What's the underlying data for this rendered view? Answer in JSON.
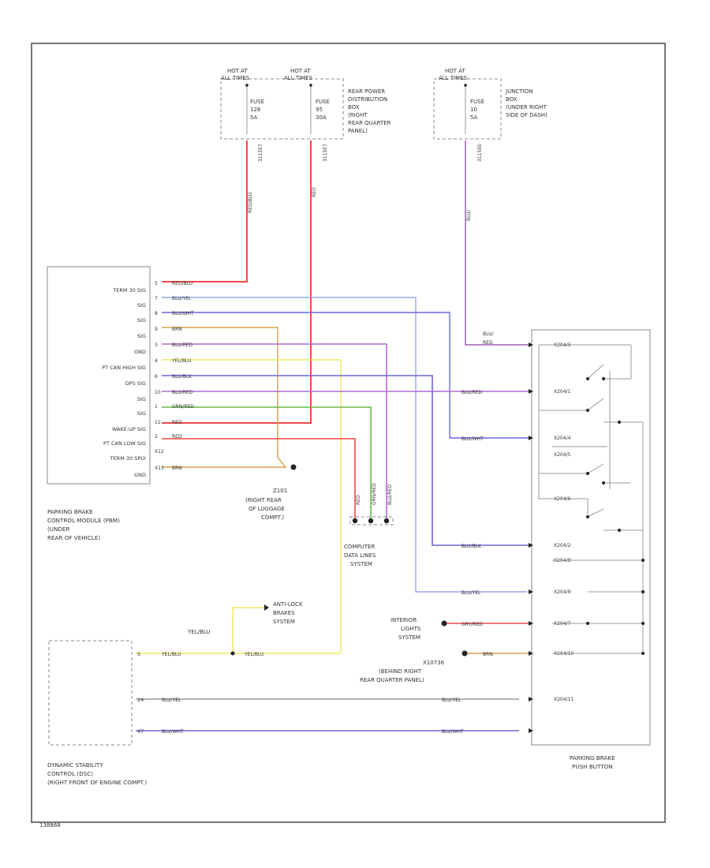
{
  "fuse_blocks": [
    {
      "hot_at": "HOT AT",
      "hot_at_2": "ALL TIMES",
      "fuse": "FUSE",
      "number": "128",
      "amps": "5A",
      "circuit": "3115E7"
    },
    {
      "hot_at": "HOT AT",
      "hot_at_2": "ALL TIMES",
      "fuse": "FUSE",
      "number": "95",
      "amps": "30A",
      "circuit": "3115E7"
    },
    {
      "hot_at": "HOT AT",
      "hot_at_2": "ALL TIMES",
      "fuse": "FUSE",
      "number": "10",
      "amps": "5A",
      "circuit": "3115E0"
    }
  ],
  "rear_power_location": [
    "REAR POWER",
    "DISTRIBUTION",
    "BOX",
    "(RIGHT",
    "REAR QUARTER",
    "PANEL)"
  ],
  "junction_location": [
    "JUNCTION",
    "BOX",
    "(UNDER RIGHT",
    "SIDE OF DASH)"
  ],
  "feed_wires": [
    "RED/BLU",
    "RED",
    "BLU/"
  ],
  "pbm": {
    "pins": [
      "TERM 30 SIG",
      "SIG",
      "SIG",
      "SIG",
      "GND",
      "PT CAN HIGH SIG",
      "DPS SIG",
      "SIG",
      "SIG",
      "WAKE-UP SIG",
      "PT CAN LOW SIG",
      "TERM 30 SPLY",
      "",
      "GND"
    ],
    "wires": [
      "RED/BLU",
      "BLU/YEL",
      "BLU/WHT",
      "BRN",
      "BLU/RED",
      "YEL/BLU",
      "BLU/BLK",
      "BLU/RED",
      "GRN/RED",
      "RED",
      "RED",
      "",
      "",
      "BRN"
    ],
    "pin_nums": [
      "5",
      "7",
      "8",
      "9",
      "3",
      "4",
      "6",
      "10",
      "1",
      "11",
      "2",
      "X12",
      "X12",
      "X13"
    ],
    "caption": [
      "PARKING BRAKE",
      "CONTROL MODULE (PBM)",
      "(UNDER",
      "REAR OF VEHICLE)"
    ]
  },
  "ground": {
    "name": "Z101",
    "caption": [
      "(RIGHT REAR",
      "OF LUGGAGE",
      "COMPT.)"
    ]
  },
  "data_lines": {
    "caption": [
      "COMPUTER",
      "DATA LINES",
      "SYSTEM"
    ],
    "wires": [
      "RED",
      "GRN/RED",
      "BLU/RED"
    ]
  },
  "abs": {
    "caption": [
      "ANTI-LOCK",
      "BRAKES",
      "SYSTEM"
    ],
    "wire": "YEL/BLU"
  },
  "dsc": {
    "wires": [
      "YEL/BLU",
      "BLU/YEL",
      "BLU/WHT"
    ],
    "pins": [
      "5",
      "24",
      "47"
    ],
    "caption": [
      "DYNAMIC STABILITY",
      "CONTROL (DSC)",
      "(RIGHT FRONT OF ENGINE COMPT.)"
    ]
  },
  "pushbutton": {
    "wires": [
      "BLU/",
      "RED",
      "BLU/RED",
      "BLU/WHT",
      "BLU/BLK",
      "BLU/YEL",
      "GRY/RED",
      "BRN",
      "BLU/YEL",
      "BLU/WHT"
    ],
    "pins": [
      "X204/3",
      "X204/1",
      "X204/4",
      "X204/5",
      "X204/6",
      "X204/2",
      "X204/8",
      "X204/9",
      "X204/7",
      "X204/10",
      "X204/11"
    ],
    "caption": [
      "PARKING BRAKE",
      "PUSH BUTTON"
    ]
  },
  "interior_lights": {
    "caption": [
      "INTERIOR",
      "LIGHTS",
      "SYSTEM"
    ]
  },
  "ground2": {
    "name": "X10736",
    "caption": [
      "(BEHIND RIGHT",
      "REAR QUARTER PANEL)"
    ]
  },
  "footer": {
    "id": "138868"
  },
  "colors": {
    "red": "#ee4a4a",
    "blue": "#6a66e0",
    "lightblue": "#9aa6f0",
    "purple": "#b06ad0",
    "brown": "#d8a04a",
    "yellow": "#f0e860",
    "green": "#6aba4a",
    "gray": "#9a9a9a",
    "violet": "#b488c8"
  }
}
